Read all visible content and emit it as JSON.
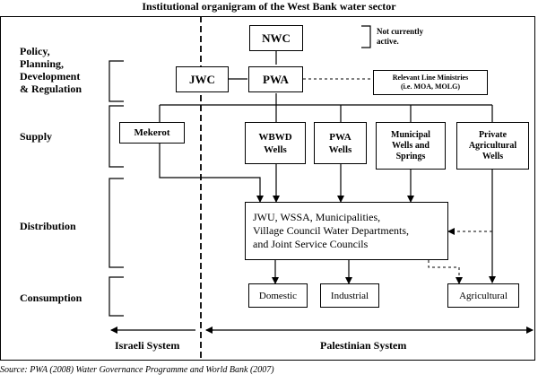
{
  "title": "Institutional organigram of the West Bank water sector",
  "bands": {
    "policy": [
      "Policy,",
      "Planning,",
      "Development",
      "& Regulation"
    ],
    "supply": "Supply",
    "distribution": "Distribution",
    "consumption": "Consumption"
  },
  "nodes": {
    "nwc": "NWC",
    "not_active": [
      "Not currently",
      "active."
    ],
    "jwc": "JWC",
    "pwa": "PWA",
    "ministries": [
      "Relevant Line Ministries",
      "(i.e. MOA, MOLG)"
    ],
    "mekerot": "Mekerot",
    "wbwd": [
      "WBWD",
      "Wells"
    ],
    "pwa_wells": [
      "PWA",
      "Wells"
    ],
    "municipal": [
      "Municipal",
      "Wells and",
      "Springs"
    ],
    "private": [
      "Private",
      "Agricultural",
      "Wells"
    ],
    "distributors": [
      "JWU, WSSA, Municipalities,",
      "Village Council Water Departments,",
      "and Joint Service Councils"
    ],
    "domestic": "Domestic",
    "industrial": "Industrial",
    "agricultural": "Agricultural"
  },
  "systems": {
    "israeli": "Israeli System",
    "palestinian": "Palestinian System"
  },
  "source": "Source: PWA (2008) Water Governance Programme and World Bank (2007)"
}
